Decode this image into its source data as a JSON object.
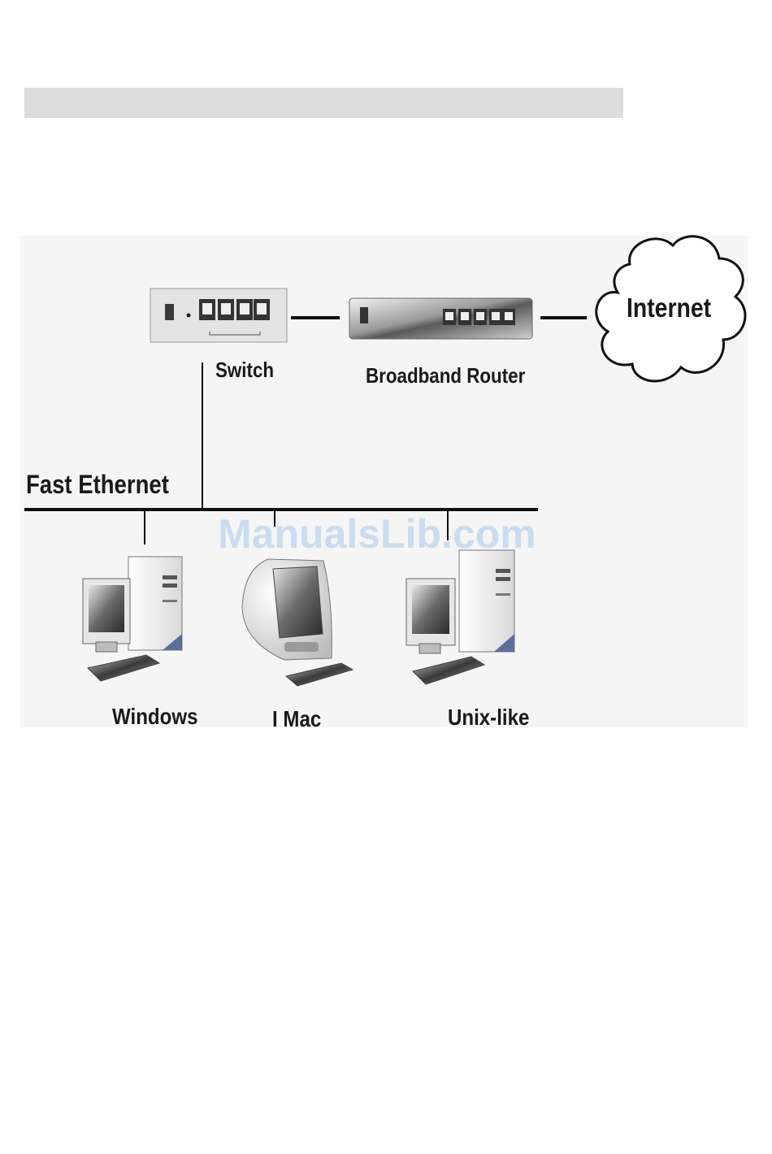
{
  "diagram": {
    "cloud_label": "Internet",
    "switch_label": "Switch",
    "router_label": "Broadband Router",
    "backbone_label": "Fast Ethernet",
    "clients": [
      {
        "label": "Windows",
        "icon": "windows-pc-icon"
      },
      {
        "label": "I Mac",
        "icon": "imac-icon"
      },
      {
        "label": "Unix-like",
        "icon": "unix-pc-icon"
      }
    ]
  },
  "watermark": "ManualsLib.com"
}
